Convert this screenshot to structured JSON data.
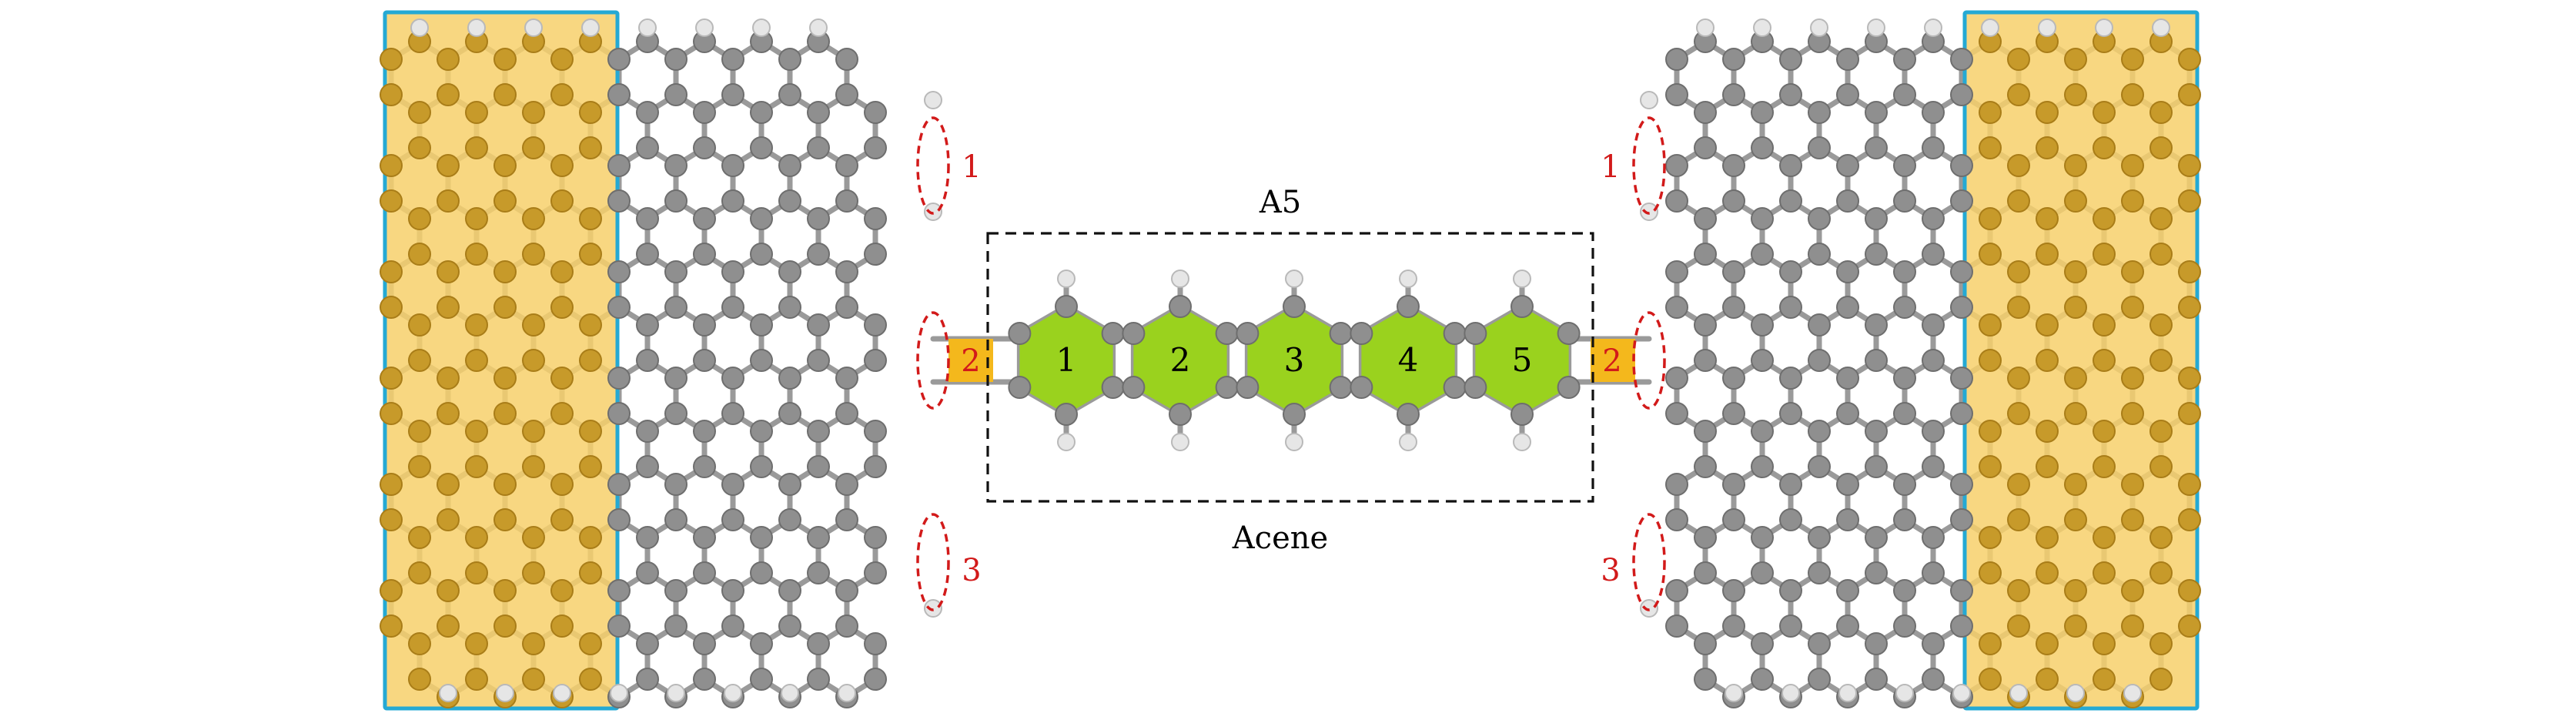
{
  "labels": {
    "title_top": "A5",
    "title_bottom": "Acene",
    "ring_numbers": [
      "1",
      "2",
      "3",
      "4",
      "5"
    ],
    "contact_left": "2",
    "contact_right": "2",
    "site_left_top": "1",
    "site_left_bottom": "3",
    "site_right_top": "1",
    "site_right_bottom": "3"
  },
  "colors": {
    "electrode_fill": "#f7d06b",
    "electrode_border": "#25a9d4",
    "ring_highlight": "#9ad21e",
    "contact_fill": "#f4b81c",
    "carbon_atom": "#8f8f8f",
    "carbon_atom_in_electrode": "#c79a2a",
    "hydrogen_atom": "#e6e6e6",
    "bond": "#9a9a9a",
    "site_marker": "#d21a1a",
    "box_line": "#111111"
  }
}
